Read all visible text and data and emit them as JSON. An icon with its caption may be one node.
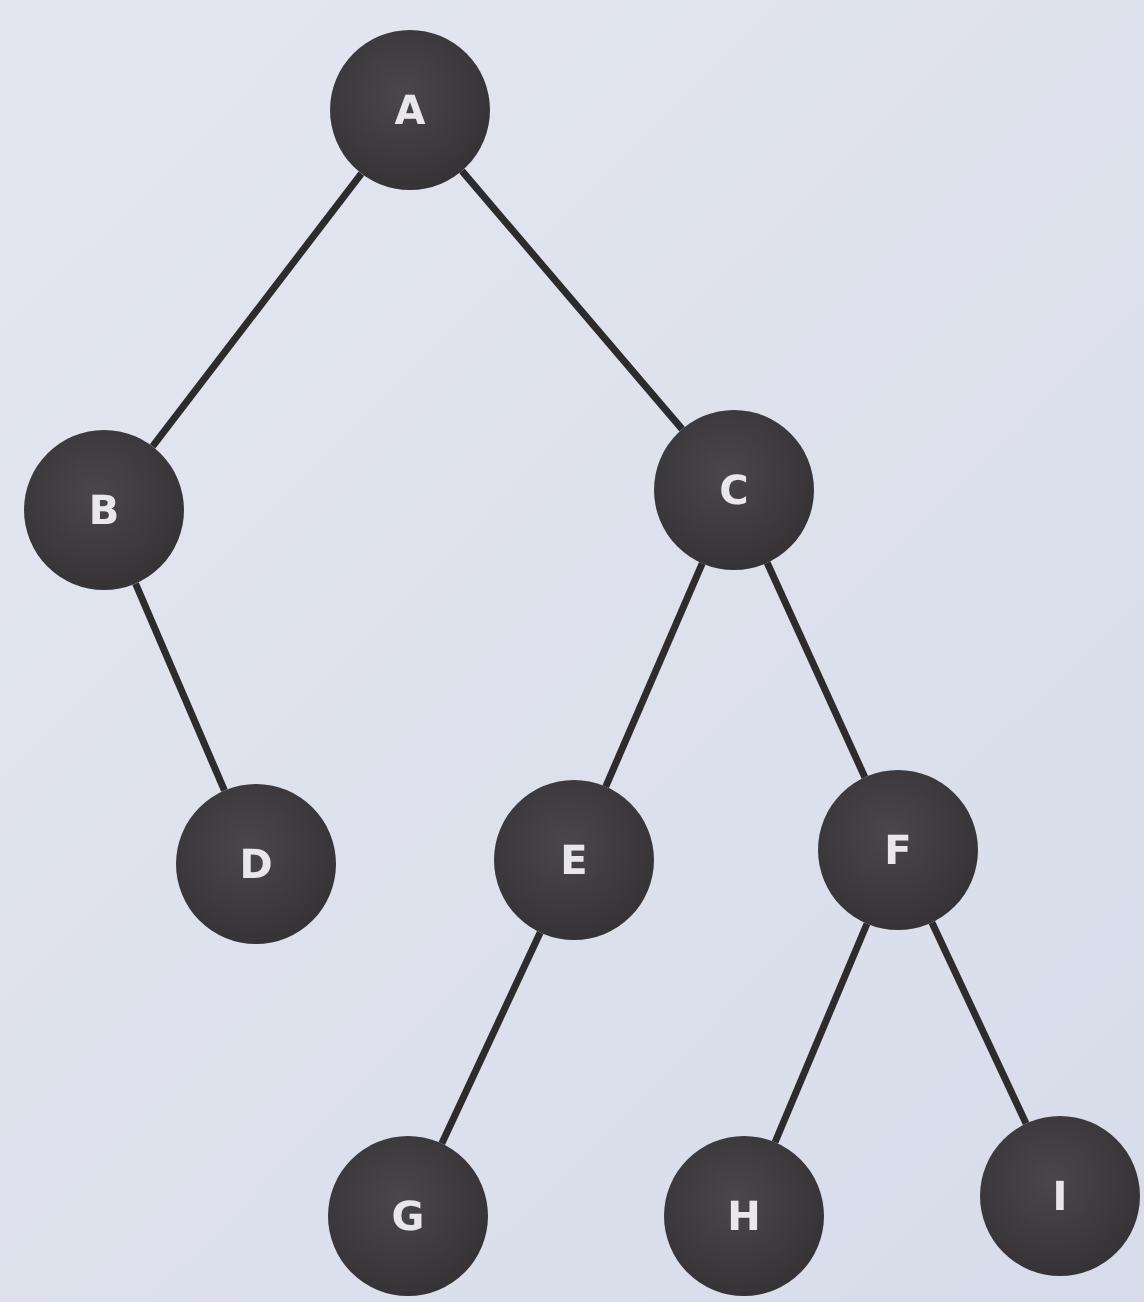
{
  "diagram": {
    "nodes": [
      {
        "text": [
          "A"
        ]
      },
      {
        "text": [
          "B"
        ]
      },
      {
        "text": [
          "C"
        ]
      },
      {
        "text": [
          "D"
        ]
      },
      {
        "text": [
          "E"
        ]
      },
      {
        "text": [
          "F"
        ]
      },
      {
        "text": [
          "G"
        ]
      },
      {
        "text": [
          "H"
        ]
      },
      {
        "text": [
          "I"
        ]
      }
    ],
    "edges": [
      {
        "from": 0,
        "to": 1,
        "arrow": "none"
      },
      {
        "from": 0,
        "to": 2,
        "arrow": "none"
      },
      {
        "from": 1,
        "to": 3,
        "arrow": "none"
      },
      {
        "from": 2,
        "to": 4,
        "arrow": "none"
      },
      {
        "from": 2,
        "to": 5,
        "arrow": "none"
      },
      {
        "from": 4,
        "to": 6,
        "arrow": "none"
      },
      {
        "from": 5,
        "to": 7,
        "arrow": "none"
      },
      {
        "from": 5,
        "to": 8,
        "arrow": "none"
      }
    ]
  }
}
